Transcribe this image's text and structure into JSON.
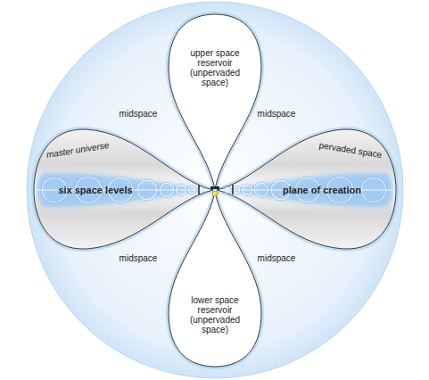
{
  "diagram": {
    "nodes": [
      {
        "text": [
          "midspace",
          "midspace",
          "midspace",
          "midspace"
        ]
      },
      {
        "text": [
          "upper space reservoir (unpervaded space)"
        ],
        "in": 0
      },
      {
        "text": [
          "master universe",
          "six space levels"
        ],
        "in": 0
      },
      {
        "text": [
          "pervaded space",
          "plane of creation"
        ],
        "in": 0
      },
      {
        "text": [
          "lower space reservoir (unpervaded space)"
        ],
        "in": 0
      }
    ]
  }
}
